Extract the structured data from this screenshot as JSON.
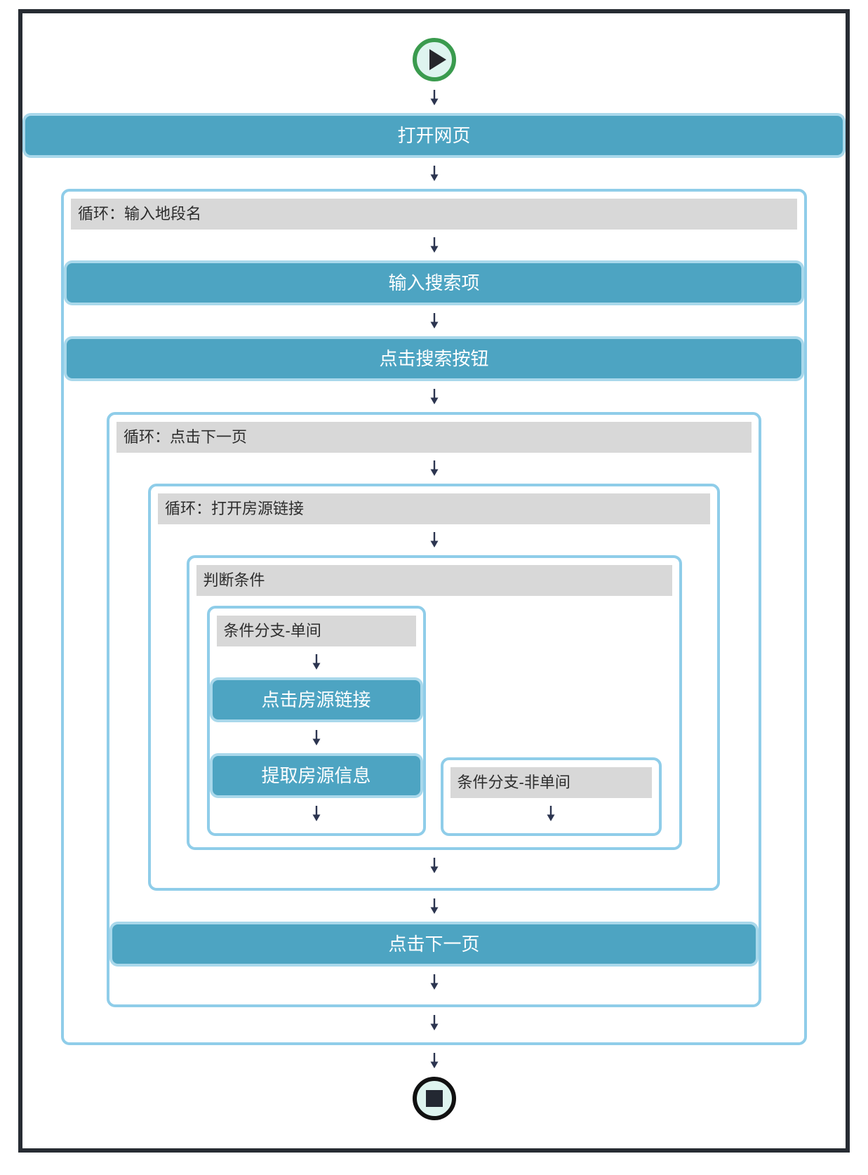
{
  "flowchart": {
    "start": {
      "icon": "play-icon"
    },
    "end": {
      "icon": "stop-icon"
    },
    "steps": {
      "open_page": "打开网页",
      "input_search": "输入搜索项",
      "click_search": "点击搜索按钮",
      "click_listing": "点击房源链接",
      "extract_listing": "提取房源信息",
      "click_next": "点击下一页"
    },
    "loops": {
      "input_area": "循环：输入地段名",
      "next_page": "循环：点击下一页",
      "open_listing": "循环：打开房源链接"
    },
    "condition": {
      "title": "判断条件",
      "branch_single": "条件分支-单间",
      "branch_not_single": "条件分支-非单间"
    },
    "colors": {
      "node_fill": "#4da4c2",
      "node_border": "#a9d8eb",
      "container_border": "#8fcde9",
      "header_bg": "#d8d8d8",
      "header_text": "#2d2d2d",
      "start_ring": "#3a9b4e",
      "stop_ring": "#111111",
      "endpoint_fill": "#def4ef",
      "frame_border": "#272c33",
      "arrow": "#2c3550"
    }
  }
}
